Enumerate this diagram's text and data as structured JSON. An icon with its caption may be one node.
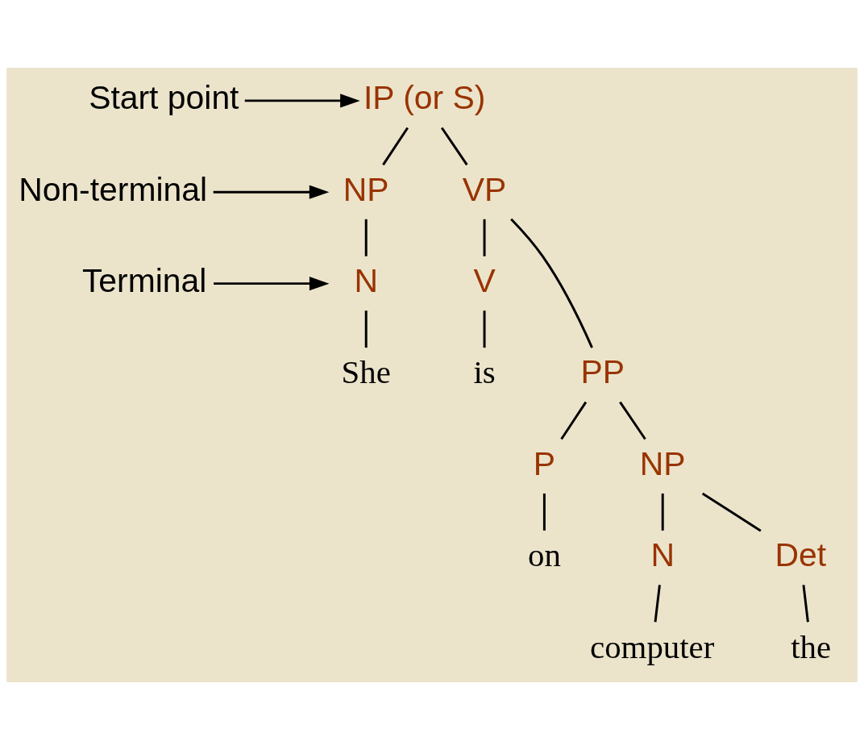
{
  "diagram": {
    "nodes": [
      {
        "text": [
          "Start point"
        ]
      },
      {
        "text": [
          "Non-terminal"
        ]
      },
      {
        "text": [
          "Terminal"
        ]
      },
      {
        "text": [
          "IP (or S)"
        ]
      },
      {
        "text": [
          "NP"
        ]
      },
      {
        "text": [
          "VP"
        ]
      },
      {
        "text": [
          "N"
        ]
      },
      {
        "text": [
          "V"
        ]
      },
      {
        "text": [
          "PP"
        ]
      },
      {
        "text": [
          "She"
        ]
      },
      {
        "text": [
          "is"
        ]
      },
      {
        "text": [
          "P"
        ]
      },
      {
        "text": [
          "NP"
        ]
      },
      {
        "text": [
          "on"
        ]
      },
      {
        "text": [
          "Det"
        ]
      },
      {
        "text": [
          "N"
        ]
      },
      {
        "text": [
          "the"
        ]
      },
      {
        "text": [
          "computer"
        ]
      }
    ],
    "edges": [
      {
        "from": 0,
        "to": 3,
        "arrow": "to"
      },
      {
        "from": 1,
        "to": 4,
        "arrow": "to"
      },
      {
        "from": 2,
        "to": 6,
        "arrow": "to"
      },
      {
        "from": 3,
        "to": 4,
        "arrow": "none"
      },
      {
        "from": 3,
        "to": 5,
        "arrow": "none"
      },
      {
        "from": 4,
        "to": 6,
        "arrow": "none"
      },
      {
        "from": 5,
        "to": 7,
        "arrow": "none"
      },
      {
        "from": 5,
        "to": 8,
        "arrow": "none"
      },
      {
        "from": 6,
        "to": 9,
        "arrow": "none"
      },
      {
        "from": 7,
        "to": 10,
        "arrow": "none"
      },
      {
        "from": 8,
        "to": 11,
        "arrow": "none"
      },
      {
        "from": 8,
        "to": 12,
        "arrow": "none"
      },
      {
        "from": 11,
        "to": 13,
        "arrow": "none"
      },
      {
        "from": 12,
        "to": 14,
        "arrow": "none"
      },
      {
        "from": 12,
        "to": 15,
        "arrow": "none"
      },
      {
        "from": 14,
        "to": 16,
        "arrow": "none"
      },
      {
        "from": 15,
        "to": 17,
        "arrow": "none"
      }
    ]
  }
}
